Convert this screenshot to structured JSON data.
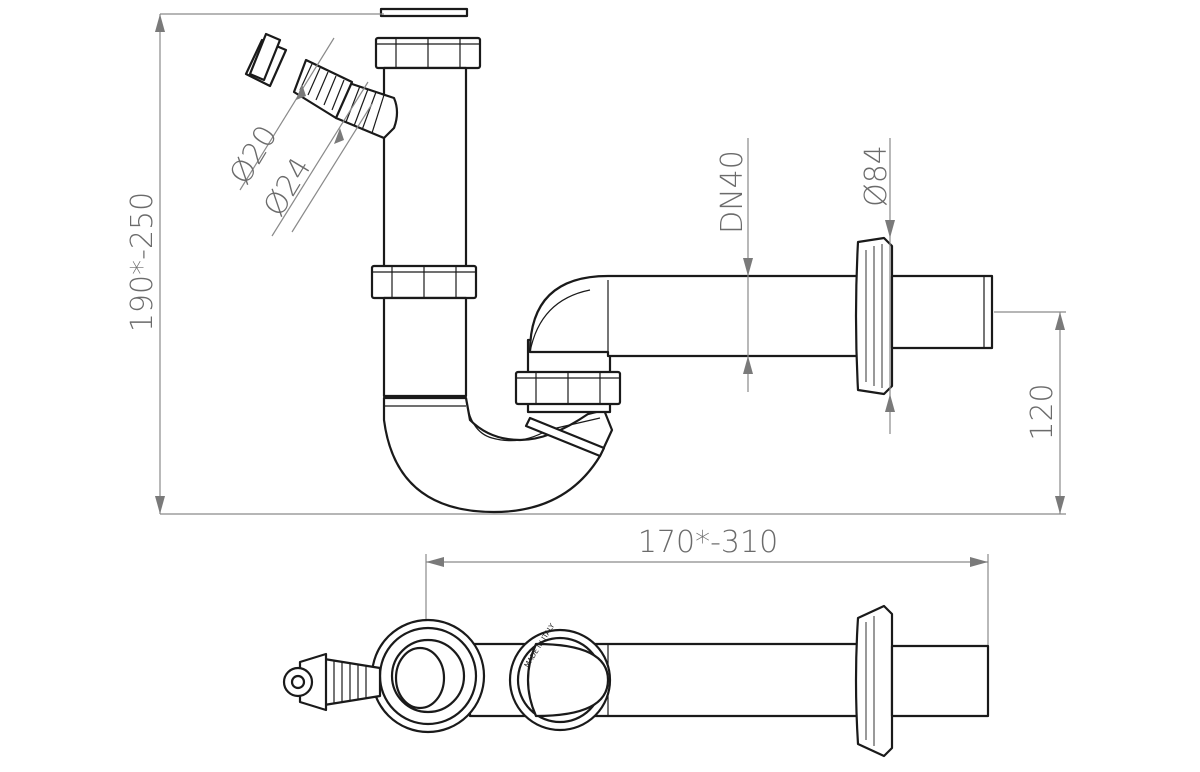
{
  "dimensions": {
    "height_range": "190*-250",
    "diameter_small_inlet": "Ø20",
    "diameter_large_inlet": "Ø24",
    "pipe_size": "DN40",
    "flange_diameter": "Ø84",
    "outlet_height": "120",
    "length_range": "170*-310"
  },
  "embossed_text": {
    "made_in": "MADE IN ITALY"
  }
}
